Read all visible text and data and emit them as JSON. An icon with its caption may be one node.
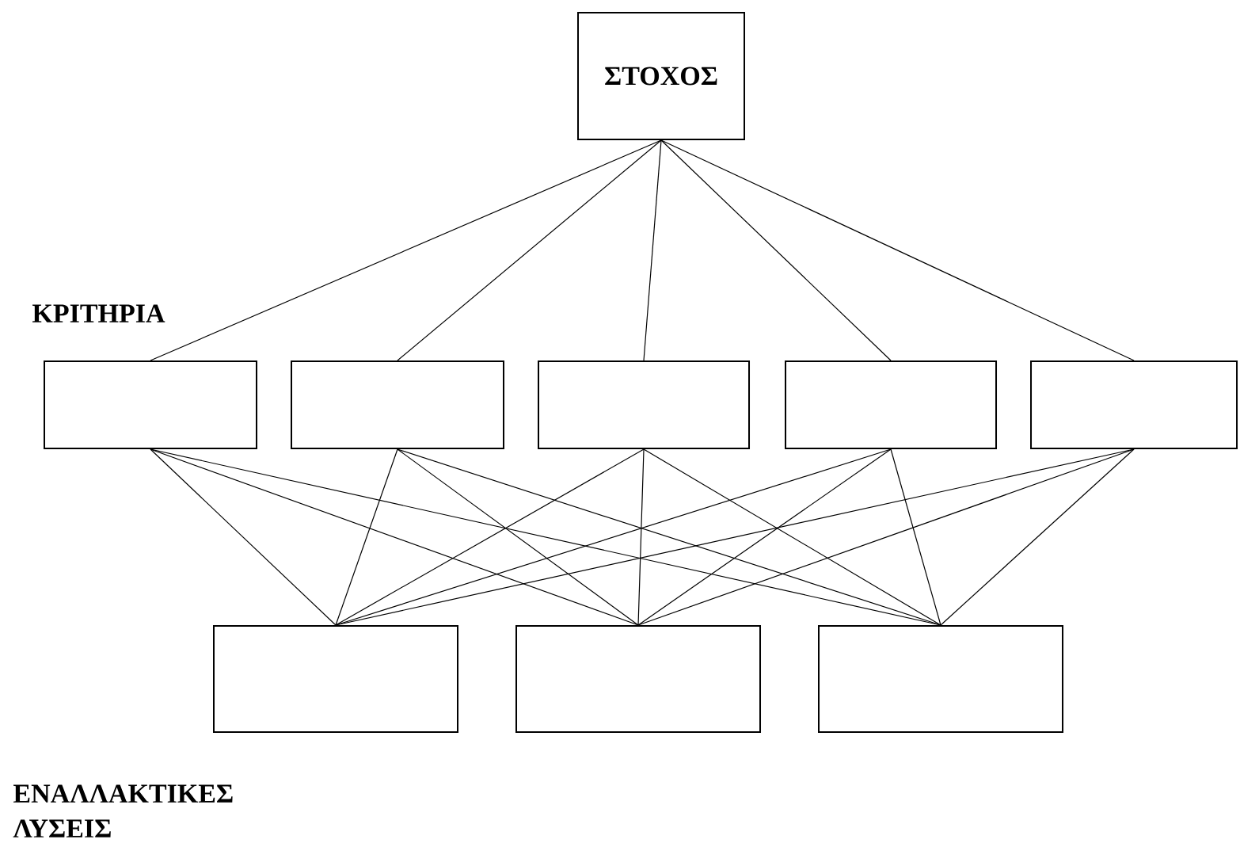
{
  "diagram": {
    "nodes": [
      {
        "text": [
          "ΣΤΟΧΟΣ"
        ]
      },
      {
        "text": [],
        "shape": "box"
      },
      {
        "text": [],
        "shape": "box"
      },
      {
        "text": [],
        "shape": "box"
      },
      {
        "text": [],
        "shape": "box"
      },
      {
        "text": [],
        "shape": "box"
      },
      {
        "text": [],
        "shape": "box"
      },
      {
        "text": [],
        "shape": "box"
      },
      {
        "text": [],
        "shape": "box"
      }
    ],
    "edges": [
      {
        "from": 0,
        "to": 1,
        "arrow": "none"
      },
      {
        "from": 0,
        "to": 2,
        "arrow": "none"
      },
      {
        "from": 0,
        "to": 3,
        "arrow": "none"
      },
      {
        "from": 0,
        "to": 4,
        "arrow": "none"
      },
      {
        "from": 0,
        "to": 5,
        "arrow": "none"
      },
      {
        "from": 1,
        "to": 6,
        "arrow": "none"
      },
      {
        "from": 1,
        "to": 7,
        "arrow": "none"
      },
      {
        "from": 1,
        "to": 8,
        "arrow": "none"
      },
      {
        "from": 2,
        "to": 6,
        "arrow": "none"
      },
      {
        "from": 2,
        "to": 7,
        "arrow": "none"
      },
      {
        "from": 2,
        "to": 8,
        "arrow": "none"
      },
      {
        "from": 3,
        "to": 6,
        "arrow": "none"
      },
      {
        "from": 3,
        "to": 7,
        "arrow": "none"
      },
      {
        "from": 3,
        "to": 8,
        "arrow": "none"
      },
      {
        "from": 4,
        "to": 6,
        "arrow": "none"
      },
      {
        "from": 4,
        "to": 7,
        "arrow": "none"
      },
      {
        "from": 4,
        "to": 8,
        "arrow": "none"
      },
      {
        "from": 5,
        "to": 6,
        "arrow": "none"
      },
      {
        "from": 5,
        "to": 7,
        "arrow": "none"
      },
      {
        "from": 5,
        "to": 8,
        "arrow": "none"
      }
    ],
    "labels": [
      "ΚΡΙΤΗΡΙΑ",
      "ΕΝΑΛΛΑΚΤΙΚΕΣ ΛΥΣΕΙΣ"
    ]
  }
}
